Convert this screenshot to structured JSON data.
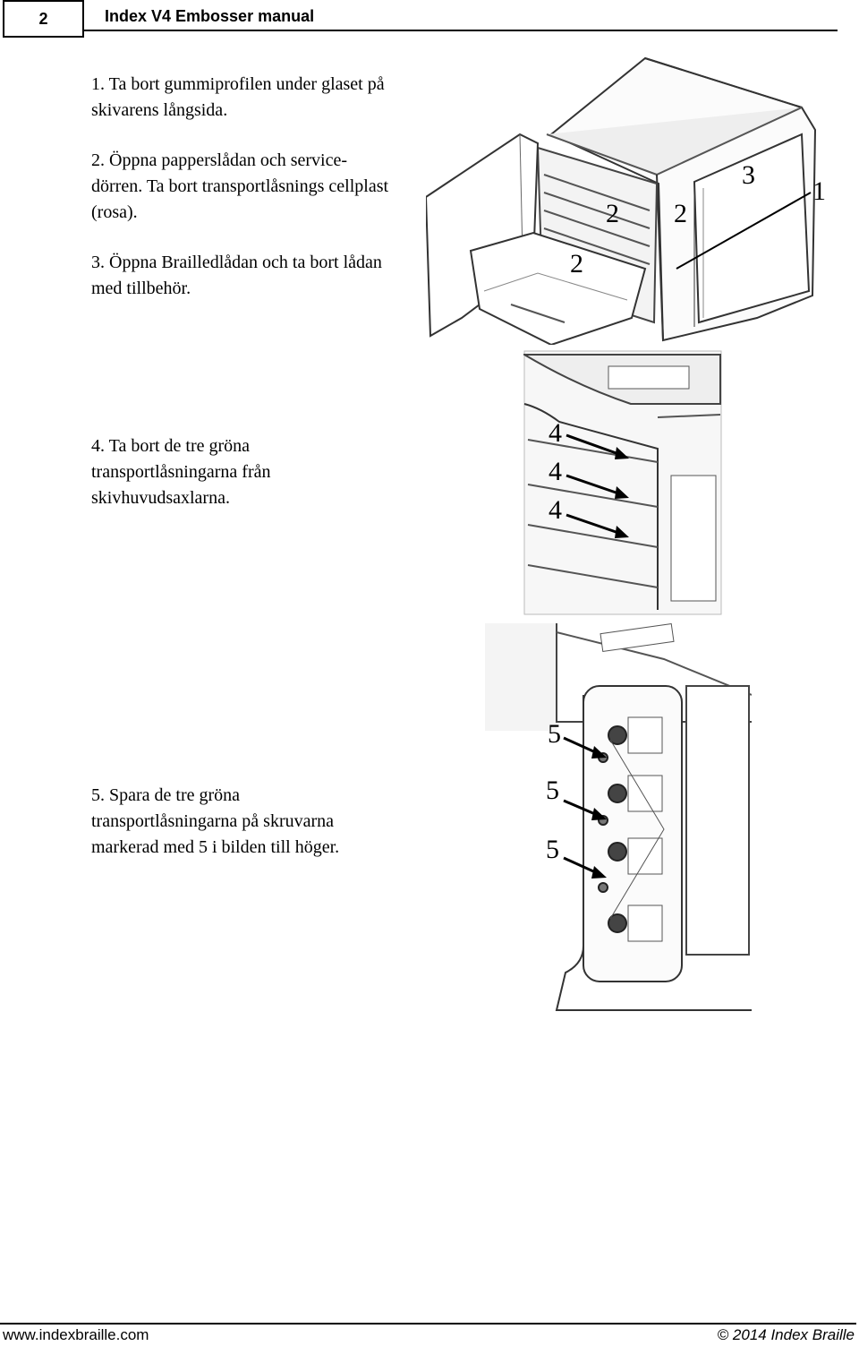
{
  "header": {
    "page_number": "2",
    "title": "Index V4 Embosser manual"
  },
  "steps": [
    {
      "lines": [
        "1. Ta bort gummiprofilen under glaset på",
        "skivarens långsida."
      ]
    },
    {
      "lines": [
        "2. Öppna papperslådan och service-",
        "dörren. Ta bort transportlåsnings cellplast",
        "(rosa)."
      ]
    },
    {
      "lines": [
        "3. Öppna Brailledlådan och ta bort lådan",
        "med tillbehör."
      ]
    },
    {
      "lines": [
        "4. Ta bort de tre gröna",
        "transportlåsningarna från",
        "skivhuvudsaxlarna."
      ]
    },
    {
      "lines": [
        "5. Spara de tre gröna",
        "transportlåsningarna på skruvarna",
        "markerad med 5 i bilden till höger."
      ]
    }
  ],
  "figures": {
    "fig1": {
      "labels": [
        "2",
        "2",
        "2",
        "3",
        "1"
      ]
    },
    "fig2": {
      "labels": [
        "4",
        "4",
        "4"
      ]
    },
    "fig3": {
      "labels": [
        "5",
        "5",
        "5"
      ]
    }
  },
  "footer": {
    "website": "www.indexbraille.com",
    "copyright": "© 2014 Index Braille"
  }
}
